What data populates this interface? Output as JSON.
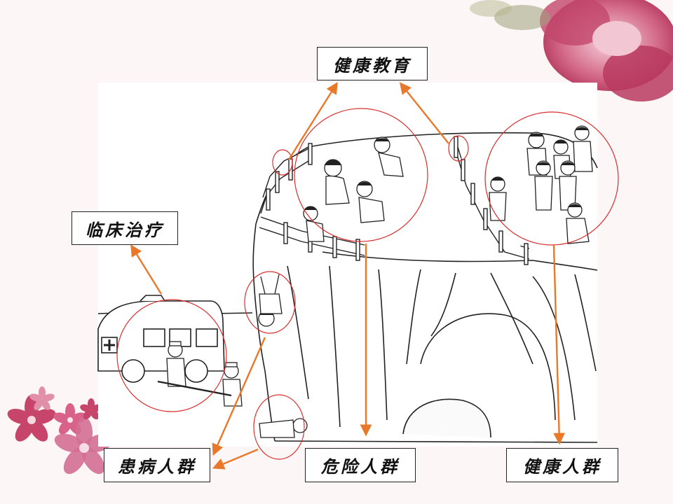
{
  "labels": {
    "health_education": "健康教育",
    "clinical_treatment": "临床治疗",
    "patient_population": "患病人群",
    "risk_population": "危险人群",
    "healthy_population": "健康人群"
  },
  "icons": {
    "ambulance": "ambulance-icon",
    "cross": "red-cross-icon"
  },
  "colors": {
    "arrow": "#e8782a",
    "circle": "#d8302f",
    "flower_dark": "#b83a5c",
    "flower_light": "#e7a8bc",
    "line_art": "#222222"
  }
}
